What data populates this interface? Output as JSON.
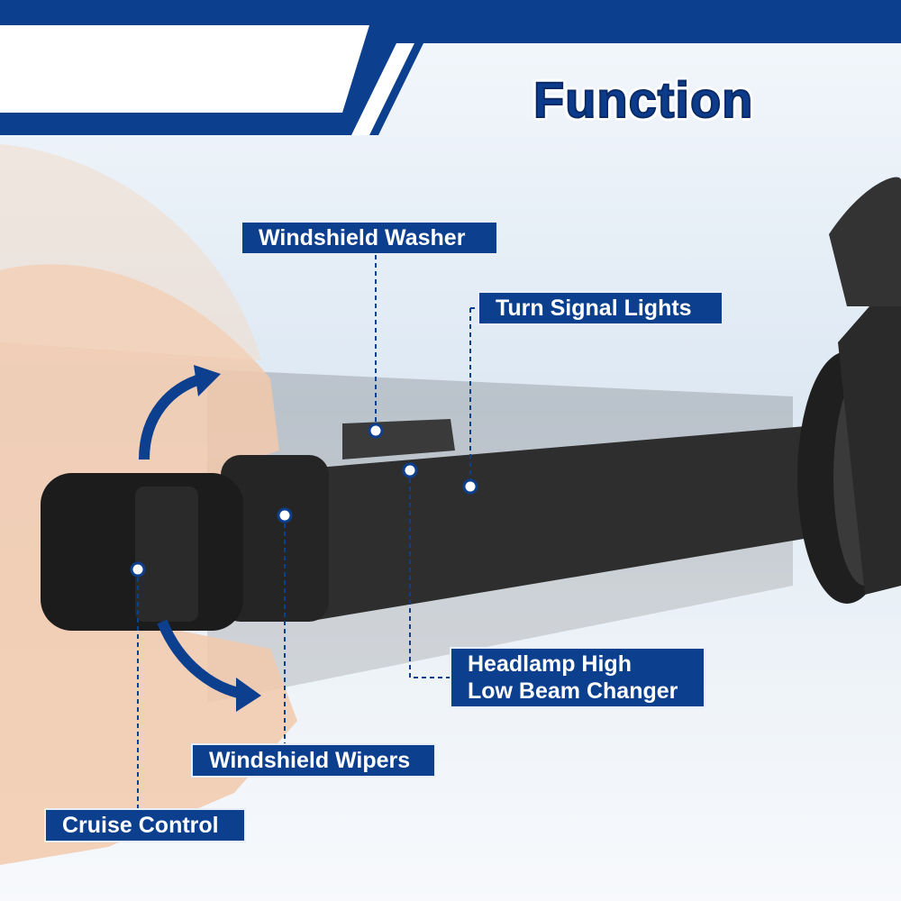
{
  "title": "Function",
  "labels": {
    "windshield_washer": "Windshield Washer",
    "turn_signal_lights": "Turn Signal Lights",
    "headlamp_line1": "Headlamp High",
    "headlamp_line2": "Low Beam Changer",
    "windshield_wipers": "Windshield Wipers",
    "cruise_control": "Cruise Control"
  },
  "colors": {
    "brand": "#0d3f8f",
    "stalk": "#2b2b2b"
  }
}
